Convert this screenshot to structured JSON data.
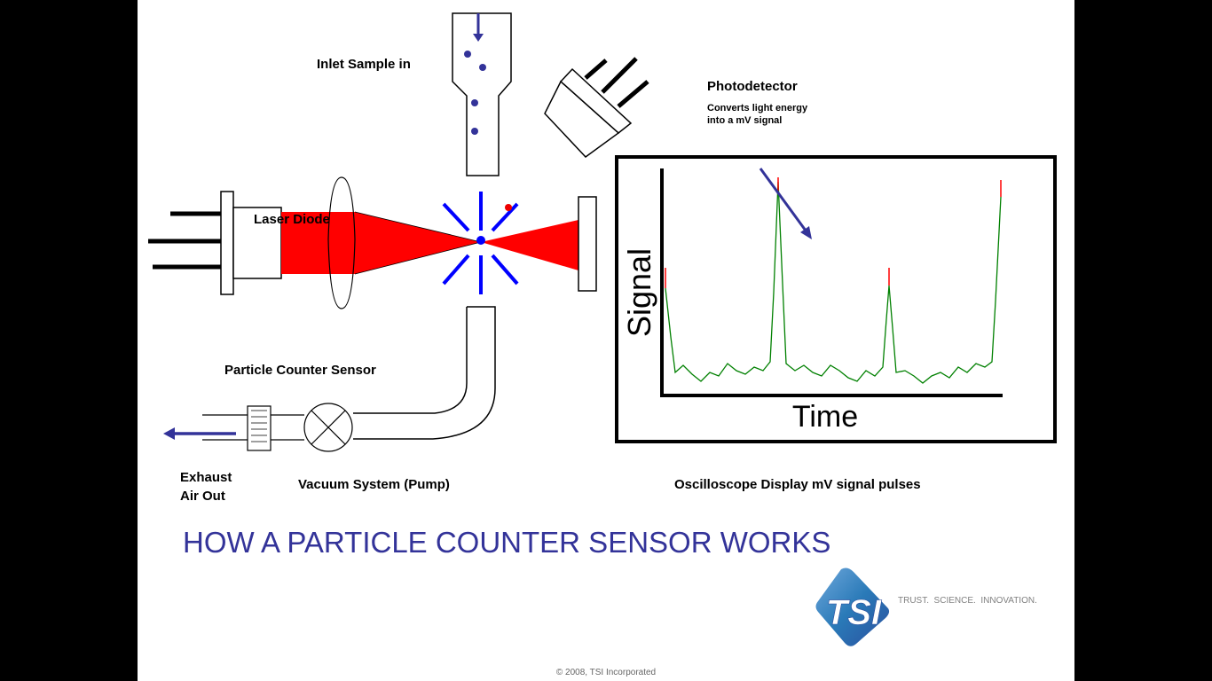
{
  "labels": {
    "inlet": "Inlet Sample in",
    "photodetector": "Photodetector",
    "photodetector_desc_1": "Converts light energy",
    "photodetector_desc_2": "into a mV signal",
    "laser_diode": "Laser Diode",
    "sensor": "Particle Counter Sensor",
    "exhaust_1": "Exhaust",
    "exhaust_2": "Air Out",
    "vacuum": "Vacuum System (Pump)",
    "oscilloscope": "Oscilloscope Display mV signal pulses"
  },
  "scope": {
    "y_label": "Signal",
    "x_label": "Time"
  },
  "title": "HOW A PARTICLE COUNTER SENSOR WORKS",
  "logo": {
    "mark": "TSI",
    "tagline": "TRUST.  SCIENCE.  INNOVATION."
  },
  "footer": "© 2008, TSI Incorporated",
  "colors": {
    "laser": "#ff0000",
    "scatter": "#0000ff",
    "title": "#333399",
    "trace": "#008000",
    "arrow": "#333399"
  }
}
